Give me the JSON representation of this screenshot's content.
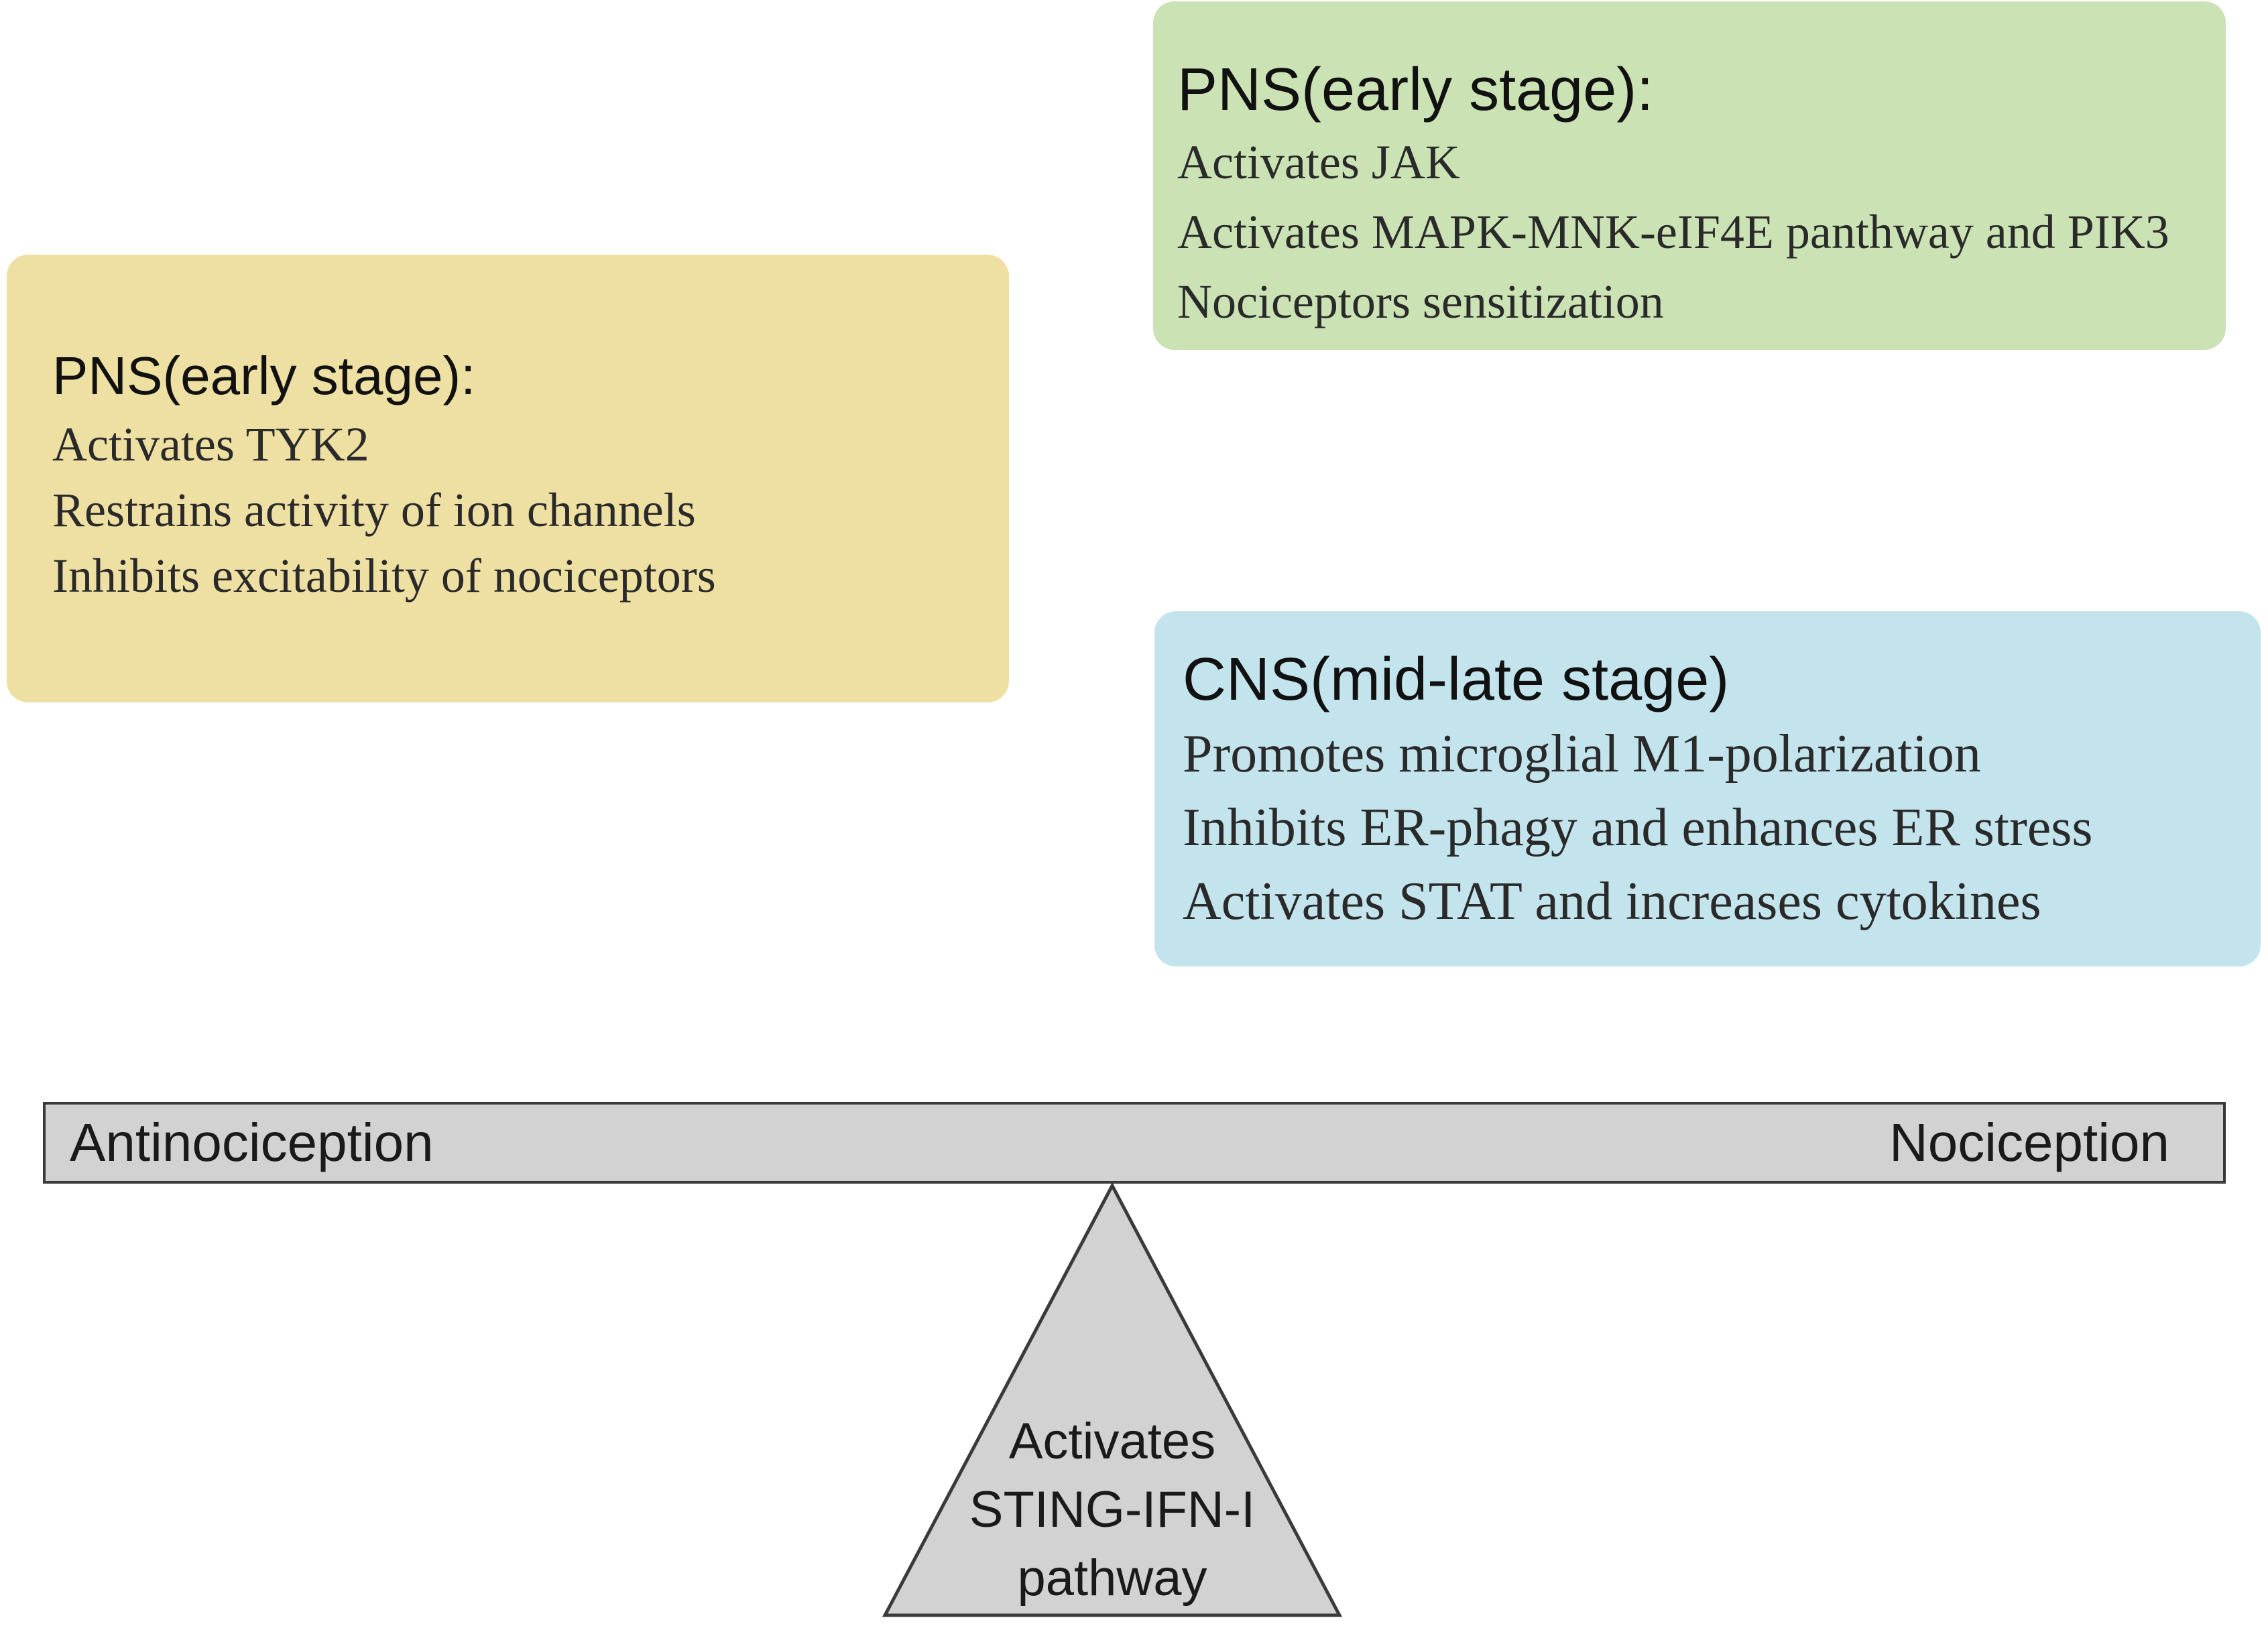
{
  "left_box": {
    "heading": "PNS(early stage):",
    "lines": [
      "Activates TYK2",
      "Restrains activity of ion channels",
      "Inhibits excitability of nociceptors"
    ],
    "color": "#eedfa2"
  },
  "top_right_box": {
    "heading": "PNS(early stage):",
    "lines": [
      "Activates JAK",
      "Activates MAPK-MNK-eIF4E panthway and PIK3",
      "Nociceptors sensitization"
    ],
    "color": "#cbe3b4"
  },
  "mid_right_box": {
    "heading": "CNS(mid-late stage)",
    "lines": [
      "Promotes microglial M1-polarization",
      "Inhibits ER-phagy and enhances ER stress",
      "Activates STAT and increases cytokines"
    ],
    "color": "#c3e4ec"
  },
  "beam": {
    "left_label": "Antinociception",
    "right_label": "Nociception",
    "color": "#d2d2d2"
  },
  "fulcrum": {
    "lines": [
      "Activates",
      "STING-IFN-I",
      "pathway"
    ],
    "color": "#d2d2d2"
  }
}
